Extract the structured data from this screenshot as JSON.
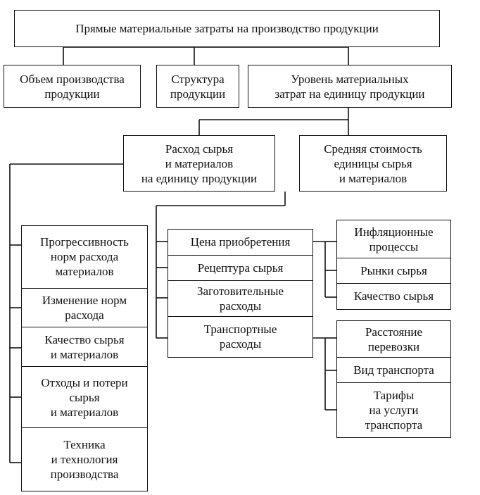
{
  "root": {
    "label": "Прямые материальные  затраты на производство продукции"
  },
  "level1": [
    {
      "label": "Объем производства\nпродукции"
    },
    {
      "label": "Структура\nпродукции"
    },
    {
      "label": "Уровень материальных\nзатрат на единицу продукции"
    }
  ],
  "level2": [
    {
      "label": "Расход сырья\nи материалов\nна единицу продукции"
    },
    {
      "label": "Средняя стоимость\nединицы  сырья\nи материалов"
    }
  ],
  "consumption_factors": [
    {
      "label": "Прогрессивность\nнорм расхода\nматериалов"
    },
    {
      "label": "Изменение норм\nрасхода"
    },
    {
      "label": "Качество сырья\nи материалов"
    },
    {
      "label": "Отходы  и потери\nсырья\nи материалов"
    },
    {
      "label": "Техника\nи технология\nпроизводства"
    }
  ],
  "cost_factors": [
    {
      "label": "Цена приобретения"
    },
    {
      "label": "Рецептура сырья"
    },
    {
      "label": "Заготовительные\nрасходы"
    },
    {
      "label": "Транспортные\nрасходы"
    }
  ],
  "price_factors": [
    {
      "label": "Инфляционные\nпроцессы"
    },
    {
      "label": "Рынки сырья"
    },
    {
      "label": "Качество сырья"
    }
  ],
  "transport_factors": [
    {
      "label": "Расстояние\nперевозки"
    },
    {
      "label": "Вид транспорта"
    },
    {
      "label": "Тарифы\nна услуги\nтранспорта"
    }
  ]
}
